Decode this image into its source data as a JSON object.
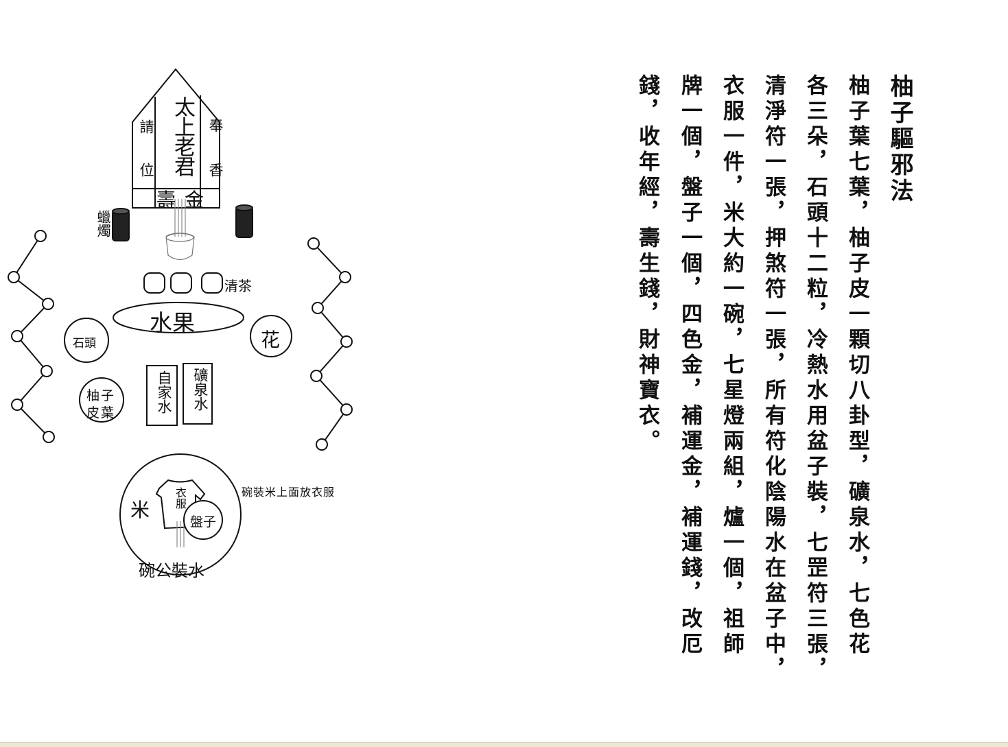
{
  "diagram": {
    "tablet": {
      "left_top": "請",
      "left_bottom": "位",
      "center": "太上老君",
      "right_top": "奉",
      "right_bottom": "香",
      "base_left": "壽",
      "base_right": "金"
    },
    "candle_label": "蠟燭",
    "tea_label": "清茶",
    "fruit_label": "水果",
    "stone_label": "石頭",
    "flower_label": "花",
    "pomelo_label_1": "柚子",
    "pomelo_label_2": "皮葉",
    "home_water_label": "自家水",
    "mineral_water_label": "礦泉水",
    "rice_label": "米",
    "clothes_label": "衣服",
    "plate_label": "盤子",
    "bowl_note": "碗裝米上面放衣服",
    "bowl_caption": "碗公裝水"
  },
  "text": {
    "title": "柚子驅邪法",
    "columns": [
      "柚子葉七葉，柚子皮一顆切八卦型，礦泉水，七色花",
      "各三朵，石頭十二粒，冷熱水用盆子裝，七罡符三張，",
      "清淨符一張，押煞符一張，所有符化陰陽水在盆子中，",
      "衣服一件，米大約一碗，七星燈兩組，爐一個，祖師",
      "牌一個，盤子一個，四色金，補運金，補運錢，改厄",
      "錢，收年經，壽生錢，財神寶衣。"
    ]
  }
}
